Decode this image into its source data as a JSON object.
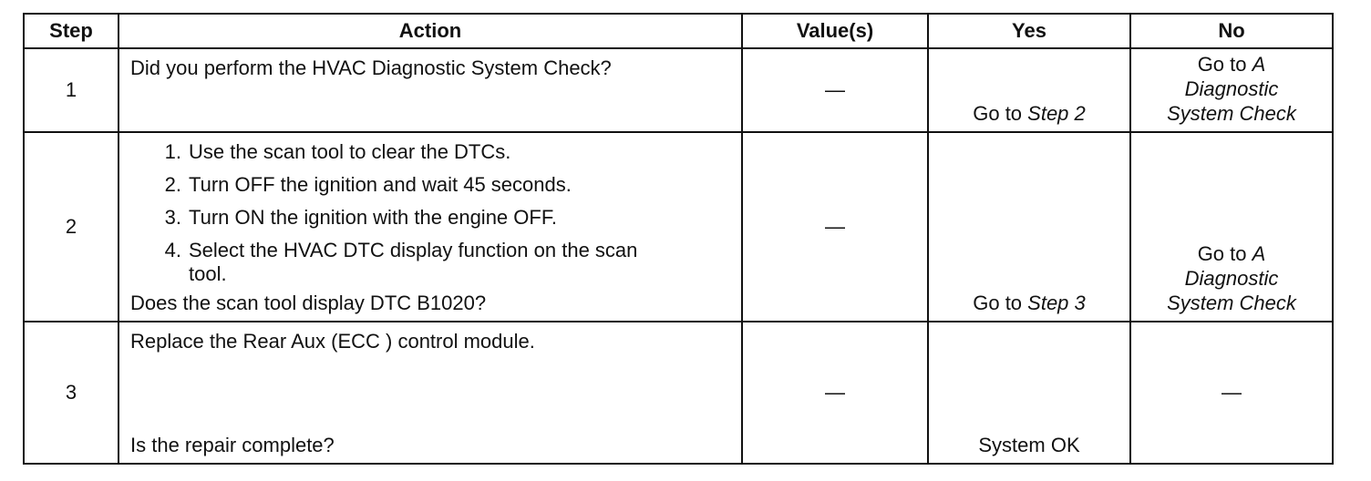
{
  "headers": {
    "step": "Step",
    "action": "Action",
    "values": "Value(s)",
    "yes": "Yes",
    "no": "No"
  },
  "rows": [
    {
      "step": "1",
      "action_text": "Did you perform the HVAC Diagnostic System Check?",
      "value": "—",
      "yes_prefix": "Go to ",
      "yes_italic": "Step 2",
      "no_prefix": "Go to ",
      "no_italic_1": "A",
      "no_italic_2": "Diagnostic",
      "no_italic_3": "System Check"
    },
    {
      "step": "2",
      "steps": [
        {
          "num": "1.",
          "text": "Use the scan tool to clear the DTCs."
        },
        {
          "num": "2.",
          "text": "Turn OFF the ignition and wait 45 seconds."
        },
        {
          "num": "3.",
          "text": "Turn ON the ignition with the engine OFF."
        },
        {
          "num": "4.",
          "text": "Select the HVAC DTC display function on the scan tool."
        }
      ],
      "question": "Does the scan tool display DTC B1020?",
      "value": "—",
      "yes_prefix": "Go to ",
      "yes_italic": "Step 3",
      "no_prefix": "Go to ",
      "no_italic_1": "A",
      "no_italic_2": "Diagnostic",
      "no_italic_3": "System Check"
    },
    {
      "step": "3",
      "action_text": "Replace the Rear Aux (ECC ) control module.",
      "question": "Is the repair complete?",
      "value": "—",
      "yes_text": "System OK",
      "no_text": "—"
    }
  ]
}
